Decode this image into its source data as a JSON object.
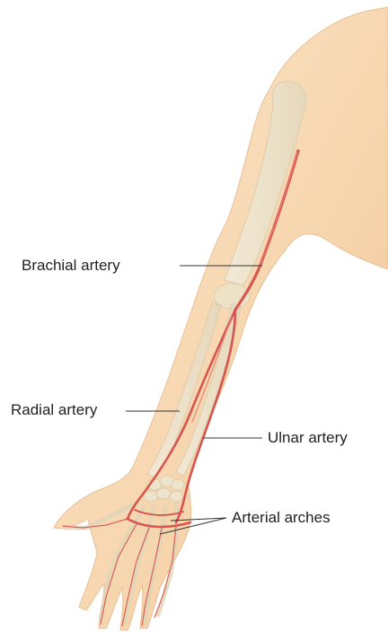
{
  "labels": {
    "brachial": "Brachial artery",
    "radial": "Radial artery",
    "ulnar": "Ulnar artery",
    "arches": "Arterial arches"
  },
  "colors": {
    "skin": "#f7d9b3",
    "skin_shadow": "#ecbf92",
    "bone": "#efe8d3",
    "artery": "#d9534f",
    "artery_light": "#ef8a80",
    "leader": "#333333",
    "text": "#222222"
  }
}
